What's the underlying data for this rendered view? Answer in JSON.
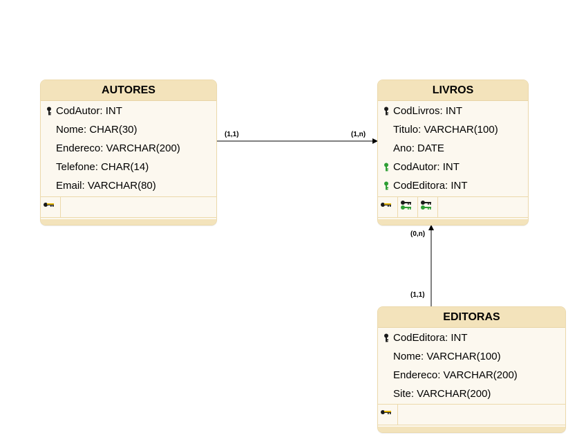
{
  "entities": {
    "autores": {
      "name": "AUTORES",
      "attributes": [
        {
          "text": "CodAutor: INT",
          "key": "primary"
        },
        {
          "text": "Nome: CHAR(30)",
          "key": "none"
        },
        {
          "text": "Endereco: VARCHAR(200)",
          "key": "none"
        },
        {
          "text": "Telefone: CHAR(14)",
          "key": "none"
        },
        {
          "text": "Email: VARCHAR(80)",
          "key": "none"
        }
      ],
      "indexes": [
        "primary-index-icon"
      ]
    },
    "livros": {
      "name": "LIVROS",
      "attributes": [
        {
          "text": "CodLivros: INT",
          "key": "primary"
        },
        {
          "text": "Titulo: VARCHAR(100)",
          "key": "none"
        },
        {
          "text": "Ano: DATE",
          "key": "none"
        },
        {
          "text": "CodAutor: INT",
          "key": "foreign"
        },
        {
          "text": "CodEditora: INT",
          "key": "foreign"
        }
      ],
      "indexes": [
        "primary-index-icon",
        "foreign-index-icon",
        "foreign-index-icon"
      ]
    },
    "editoras": {
      "name": "EDITORAS",
      "attributes": [
        {
          "text": "CodEditora: INT",
          "key": "primary"
        },
        {
          "text": "Nome: VARCHAR(100)",
          "key": "none"
        },
        {
          "text": "Endereco: VARCHAR(200)",
          "key": "none"
        },
        {
          "text": "Site: VARCHAR(200)",
          "key": "none"
        }
      ],
      "indexes": [
        "primary-index-icon"
      ]
    }
  },
  "relationships": [
    {
      "from": "autores",
      "to": "livros",
      "from_cardinality": "(1,1)",
      "to_cardinality": "(1,n)"
    },
    {
      "from": "editoras",
      "to": "livros",
      "from_cardinality": "(1,1)",
      "to_cardinality": "(0,n)"
    }
  ],
  "colors": {
    "header": "#f3e3bb",
    "body": "#fcf8ef",
    "border": "#ecd9ab",
    "primary_key": "#1a1a1a",
    "foreign_key": "#2e9e34",
    "index_key": "#e2b400",
    "line": "#000000"
  }
}
